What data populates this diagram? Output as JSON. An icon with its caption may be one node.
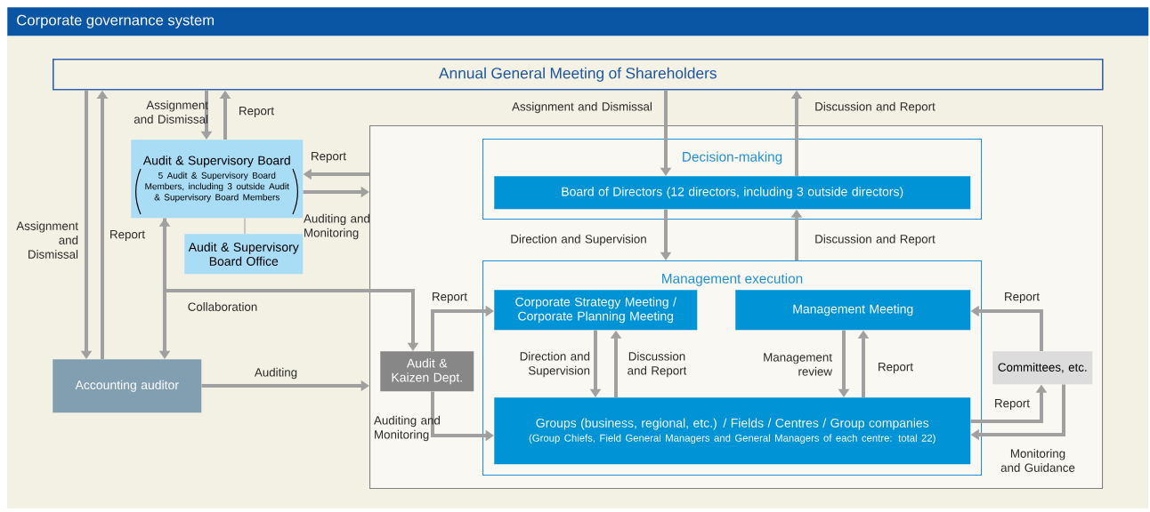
{
  "diagram": {
    "title": "Corporate governance system",
    "nodes": [
      {
        "text": [
          "Annual General Meeting of Shareholders"
        ]
      },
      {
        "text": [
          "Audit & Supervisory Board",
          "5 Audit & Supervisory Board Members, including 3 outside Audit & Supervisory Board Members"
        ]
      },
      {
        "text": [
          "Audit & Supervisory Board Office"
        ]
      },
      {
        "text": [
          "Accounting auditor"
        ]
      },
      {
        "text": [],
        "shape": "box"
      },
      {
        "text": [
          "Decision-making"
        ],
        "in": 4
      },
      {
        "text": [
          "Board of Directors (12 directors, including 3 outside directors)"
        ],
        "in": 5
      },
      {
        "text": [
          "Management execution"
        ],
        "in": 4
      },
      {
        "text": [
          "Corporate Strategy Meeting / Corporate Planning Meeting"
        ],
        "in": 7
      },
      {
        "text": [
          "Management Meeting"
        ],
        "in": 7
      },
      {
        "text": [
          "Groups (business, regional, etc.) / Fields / Centres / Group companies",
          "(Group Chiefs, Field General Managers and General Managers of each centre: total 22)"
        ],
        "in": 7
      },
      {
        "text": [
          "Audit & Kaizen Dept."
        ],
        "in": 4
      },
      {
        "text": [
          "Committees, etc."
        ],
        "in": 4
      }
    ],
    "edges": [
      {
        "from": 0,
        "to": 3,
        "arrow": "to",
        "label": "Assignment and Dismissal"
      },
      {
        "from": 3,
        "to": 0,
        "arrow": "to",
        "label": "Report"
      },
      {
        "from": 0,
        "to": 1,
        "arrow": "to",
        "label": "Assignment and Dismissal"
      },
      {
        "from": 1,
        "to": 0,
        "arrow": "to",
        "label": "Report"
      },
      {
        "from": 4,
        "to": 1,
        "arrow": "to",
        "label": "Report"
      },
      {
        "from": 1,
        "to": 4,
        "arrow": "to",
        "label": "Auditing and Monitoring"
      },
      {
        "from": 1,
        "to": 2,
        "arrow": "none"
      },
      {
        "from": 1,
        "to": 3,
        "arrow": "both",
        "label": "Collaboration"
      },
      {
        "from": 1,
        "to": 11,
        "arrow": "to"
      },
      {
        "from": 3,
        "to": 4,
        "arrow": "to",
        "label": "Auditing"
      },
      {
        "from": 0,
        "to": 6,
        "arrow": "to",
        "label": "Assignment and Dismissal"
      },
      {
        "from": 6,
        "to": 0,
        "arrow": "to",
        "label": "Discussion and Report"
      },
      {
        "from": 6,
        "to": 7,
        "arrow": "to",
        "label": "Direction and Supervision"
      },
      {
        "from": 7,
        "to": 6,
        "arrow": "to",
        "label": "Discussion and Report"
      },
      {
        "from": 11,
        "to": 8,
        "arrow": "to",
        "label": "Report"
      },
      {
        "from": 11,
        "to": 10,
        "arrow": "to",
        "label": "Auditing and Monitoring"
      },
      {
        "from": 8,
        "to": 10,
        "arrow": "to",
        "label": "Direction and Supervision"
      },
      {
        "from": 10,
        "to": 8,
        "arrow": "to",
        "label": "Discussion and Report"
      },
      {
        "from": 9,
        "to": 10,
        "arrow": "to",
        "label": "Management review"
      },
      {
        "from": 10,
        "to": 9,
        "arrow": "to",
        "label": "Report"
      },
      {
        "from": 12,
        "to": 9,
        "arrow": "to",
        "label": "Report"
      },
      {
        "from": 10,
        "to": 12,
        "arrow": "to",
        "label": "Report"
      },
      {
        "from": 12,
        "to": 10,
        "arrow": "to",
        "label": "Monitoring and Guidance"
      }
    ]
  }
}
